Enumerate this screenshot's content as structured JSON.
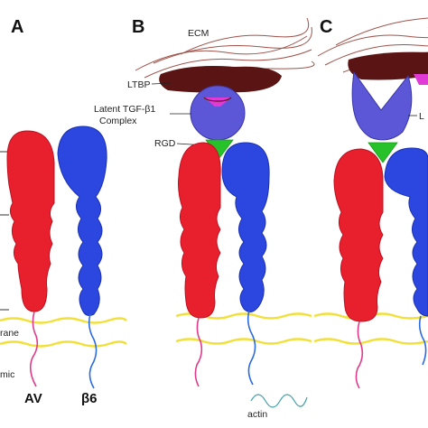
{
  "panels": {
    "a": "A",
    "b": "B",
    "c": "C"
  },
  "labels": {
    "ecm": "ECM",
    "ltbp": "LTBP",
    "latent_line1": "Latent TGF-β1",
    "latent_line2": "Complex",
    "rgd": "RGD",
    "membrane_partial": "rane",
    "cytoplasmic_partial": "mic",
    "alpha_v": "AV",
    "beta6": "β6",
    "actin": "actin",
    "panel_c_partial": "L"
  },
  "colors": {
    "alpha_v_subunit": "#e8202e",
    "beta6_subunit": "#2b47e0",
    "latent_complex": "#5b57d6",
    "rgd": "#27c22a",
    "lap_pink": "#e23ad6",
    "ltbp": "#5a1414",
    "membrane": "#f2e03a",
    "ecm_fibers": "#a0524a",
    "actin": "#3fa0a8"
  }
}
